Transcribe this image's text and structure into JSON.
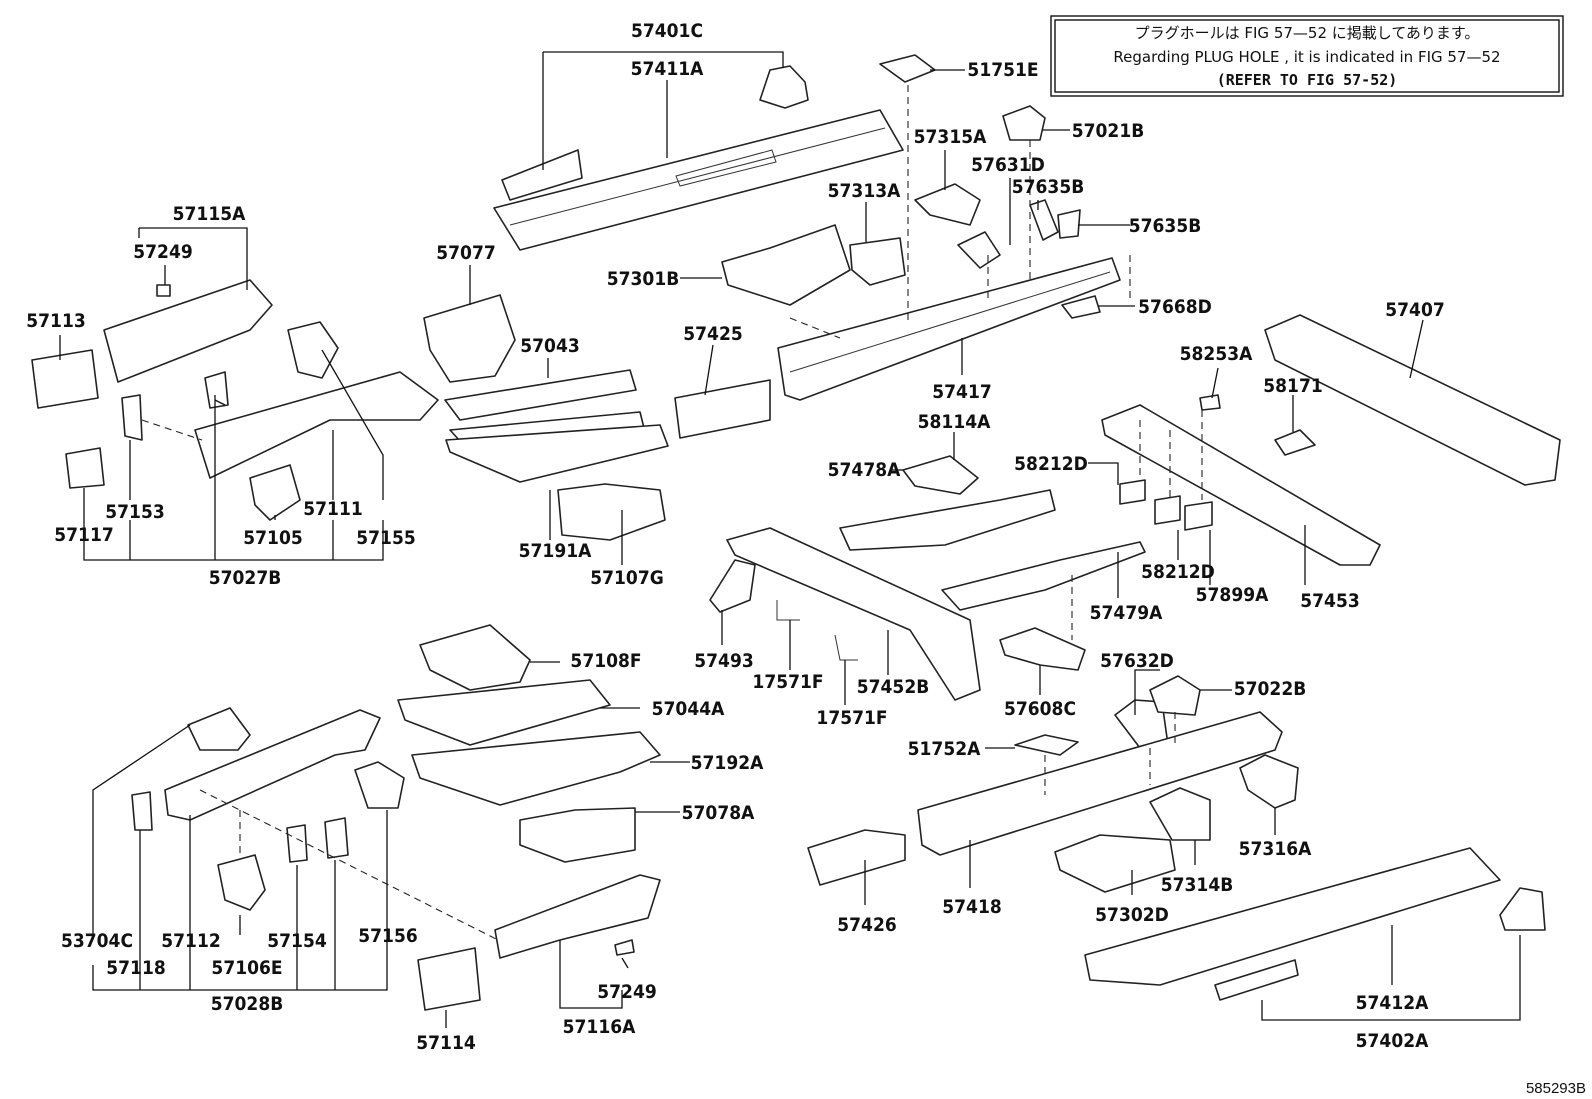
{
  "note": {
    "line1": "プラグホールは FIG 57—52 に掲載してあります。",
    "line2": "Regarding  PLUG  HOLE , it is indicated in  FIG  57—52",
    "line3": "(REFER TO FIG 57-52)"
  },
  "figure_ref": "585293B",
  "parts": [
    {
      "id": "57401C",
      "label": "57401C"
    },
    {
      "id": "57411A",
      "label": "57411A"
    },
    {
      "id": "51751E",
      "label": "51751E"
    },
    {
      "id": "57021B",
      "label": "57021B"
    },
    {
      "id": "57315A",
      "label": "57315A"
    },
    {
      "id": "57631D",
      "label": "57631D"
    },
    {
      "id": "57635B_1",
      "label": "57635B"
    },
    {
      "id": "57635B_2",
      "label": "57635B"
    },
    {
      "id": "57313A",
      "label": "57313A"
    },
    {
      "id": "57115A",
      "label": "57115A"
    },
    {
      "id": "57249_1",
      "label": "57249"
    },
    {
      "id": "57077",
      "label": "57077"
    },
    {
      "id": "57301B",
      "label": "57301B"
    },
    {
      "id": "57668D",
      "label": "57668D"
    },
    {
      "id": "57113",
      "label": "57113"
    },
    {
      "id": "57043",
      "label": "57043"
    },
    {
      "id": "57425",
      "label": "57425"
    },
    {
      "id": "57407",
      "label": "57407"
    },
    {
      "id": "58253A",
      "label": "58253A"
    },
    {
      "id": "57417",
      "label": "57417"
    },
    {
      "id": "58171",
      "label": "58171"
    },
    {
      "id": "58114A",
      "label": "58114A"
    },
    {
      "id": "58212D_1",
      "label": "58212D"
    },
    {
      "id": "57478A",
      "label": "57478A"
    },
    {
      "id": "57153",
      "label": "57153"
    },
    {
      "id": "57111",
      "label": "57111"
    },
    {
      "id": "57117",
      "label": "57117"
    },
    {
      "id": "57105",
      "label": "57105"
    },
    {
      "id": "57155",
      "label": "57155"
    },
    {
      "id": "57191A",
      "label": "57191A"
    },
    {
      "id": "57027B",
      "label": "57027B"
    },
    {
      "id": "57107G",
      "label": "57107G"
    },
    {
      "id": "58212D_2",
      "label": "58212D"
    },
    {
      "id": "57899A",
      "label": "57899A"
    },
    {
      "id": "57453",
      "label": "57453"
    },
    {
      "id": "57479A",
      "label": "57479A"
    },
    {
      "id": "57108F",
      "label": "57108F"
    },
    {
      "id": "57493",
      "label": "57493"
    },
    {
      "id": "57632D",
      "label": "57632D"
    },
    {
      "id": "57022B",
      "label": "57022B"
    },
    {
      "id": "17571F_1",
      "label": "17571F"
    },
    {
      "id": "57452B",
      "label": "57452B"
    },
    {
      "id": "57044A",
      "label": "57044A"
    },
    {
      "id": "57608C",
      "label": "57608C"
    },
    {
      "id": "17571F_2",
      "label": "17571F"
    },
    {
      "id": "51752A",
      "label": "51752A"
    },
    {
      "id": "57192A",
      "label": "57192A"
    },
    {
      "id": "57078A",
      "label": "57078A"
    },
    {
      "id": "57316A",
      "label": "57316A"
    },
    {
      "id": "57314B",
      "label": "57314B"
    },
    {
      "id": "57426",
      "label": "57426"
    },
    {
      "id": "57418",
      "label": "57418"
    },
    {
      "id": "57302D",
      "label": "57302D"
    },
    {
      "id": "53704C",
      "label": "53704C"
    },
    {
      "id": "57112",
      "label": "57112"
    },
    {
      "id": "57154",
      "label": "57154"
    },
    {
      "id": "57156",
      "label": "57156"
    },
    {
      "id": "57118",
      "label": "57118"
    },
    {
      "id": "57106E",
      "label": "57106E"
    },
    {
      "id": "57028B",
      "label": "57028B"
    },
    {
      "id": "57249_2",
      "label": "57249"
    },
    {
      "id": "57114",
      "label": "57114"
    },
    {
      "id": "57116A",
      "label": "57116A"
    },
    {
      "id": "57412A",
      "label": "57412A"
    },
    {
      "id": "57402A",
      "label": "57402A"
    }
  ]
}
